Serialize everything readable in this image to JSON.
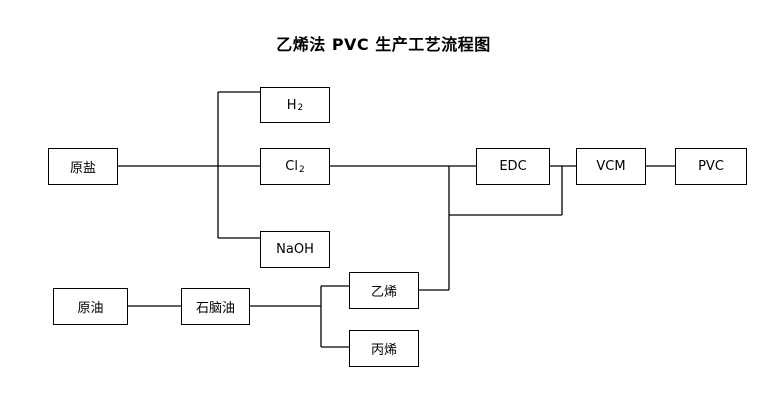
{
  "title": "乙烯法 PVC 生产工艺流程图",
  "nodes": {
    "yuanyan": {
      "label": "原盐"
    },
    "h2": {
      "label": "H",
      "sub": "2"
    },
    "cl2": {
      "label": "Cl",
      "sub": "2"
    },
    "naoh": {
      "label": "NaOH"
    },
    "edc": {
      "label": "EDC"
    },
    "vcm": {
      "label": "VCM"
    },
    "pvc": {
      "label": "PVC"
    },
    "yuanyou": {
      "label": "原油"
    },
    "shinaoyou": {
      "label": "石脑油"
    },
    "yixi": {
      "label": "乙烯"
    },
    "bingxi": {
      "label": "丙烯"
    }
  },
  "colors": {
    "line": "#000000",
    "box_border": "#000000",
    "background": "#ffffff"
  }
}
